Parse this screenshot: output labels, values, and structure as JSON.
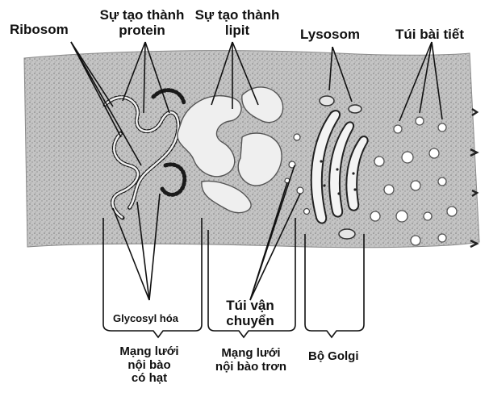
{
  "labels": {
    "ribosom": "Ribosom",
    "protein_line1": "Sự tạo thành",
    "protein_line2": "protein",
    "lipid_line1": "Sự tạo thành",
    "lipid_line2": "lipit",
    "lysosom": "Lysosom",
    "secretory_vesicle": "Túi bài tiết",
    "glycosylation": "Glycosyl hóa",
    "transport_line1": "Túi vận",
    "transport_line2": "chuyển",
    "rough_er_line1": "Mạng lưới",
    "rough_er_line2": "nội bào",
    "rough_er_line3": "có hạt",
    "smooth_er_line1": "Mạng lưới",
    "smooth_er_line2": "nội bào trơn",
    "golgi": "Bộ Golgi"
  },
  "colors": {
    "cytoplasm": "#bdbdbd",
    "ink": "#111111",
    "membrane_fill": "#f2f2f2"
  }
}
